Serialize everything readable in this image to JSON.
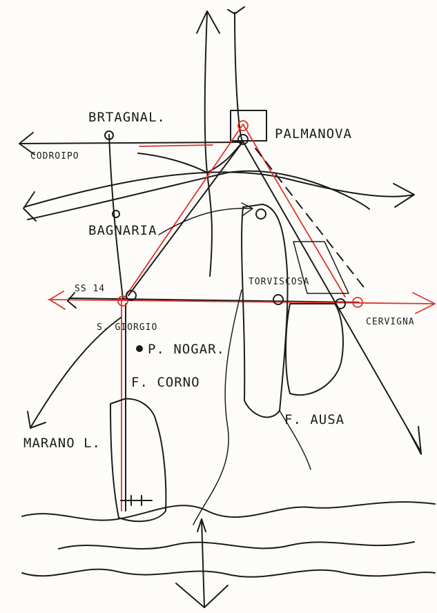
{
  "places": {
    "bertagnol": "BRTAGNAL.",
    "palmanova": "PALMANOVA",
    "codroipo": "CODROIPO",
    "bagnaria": "BAGNARIA",
    "ss14": "SS 14",
    "torviscosa": "TORVISCOSA",
    "san_giorgio": "S. GIORGIO",
    "p_nogaro": "P. NOGAR.",
    "f_corno": "F. CORNO",
    "cervignano": "CERVIGNA",
    "marano": "MARANO L.",
    "f_ausa": "F. AUSA"
  },
  "colors": {
    "ink": "#1b1b1b",
    "accent": "#e0312b",
    "paper": "#fdfcf8"
  }
}
